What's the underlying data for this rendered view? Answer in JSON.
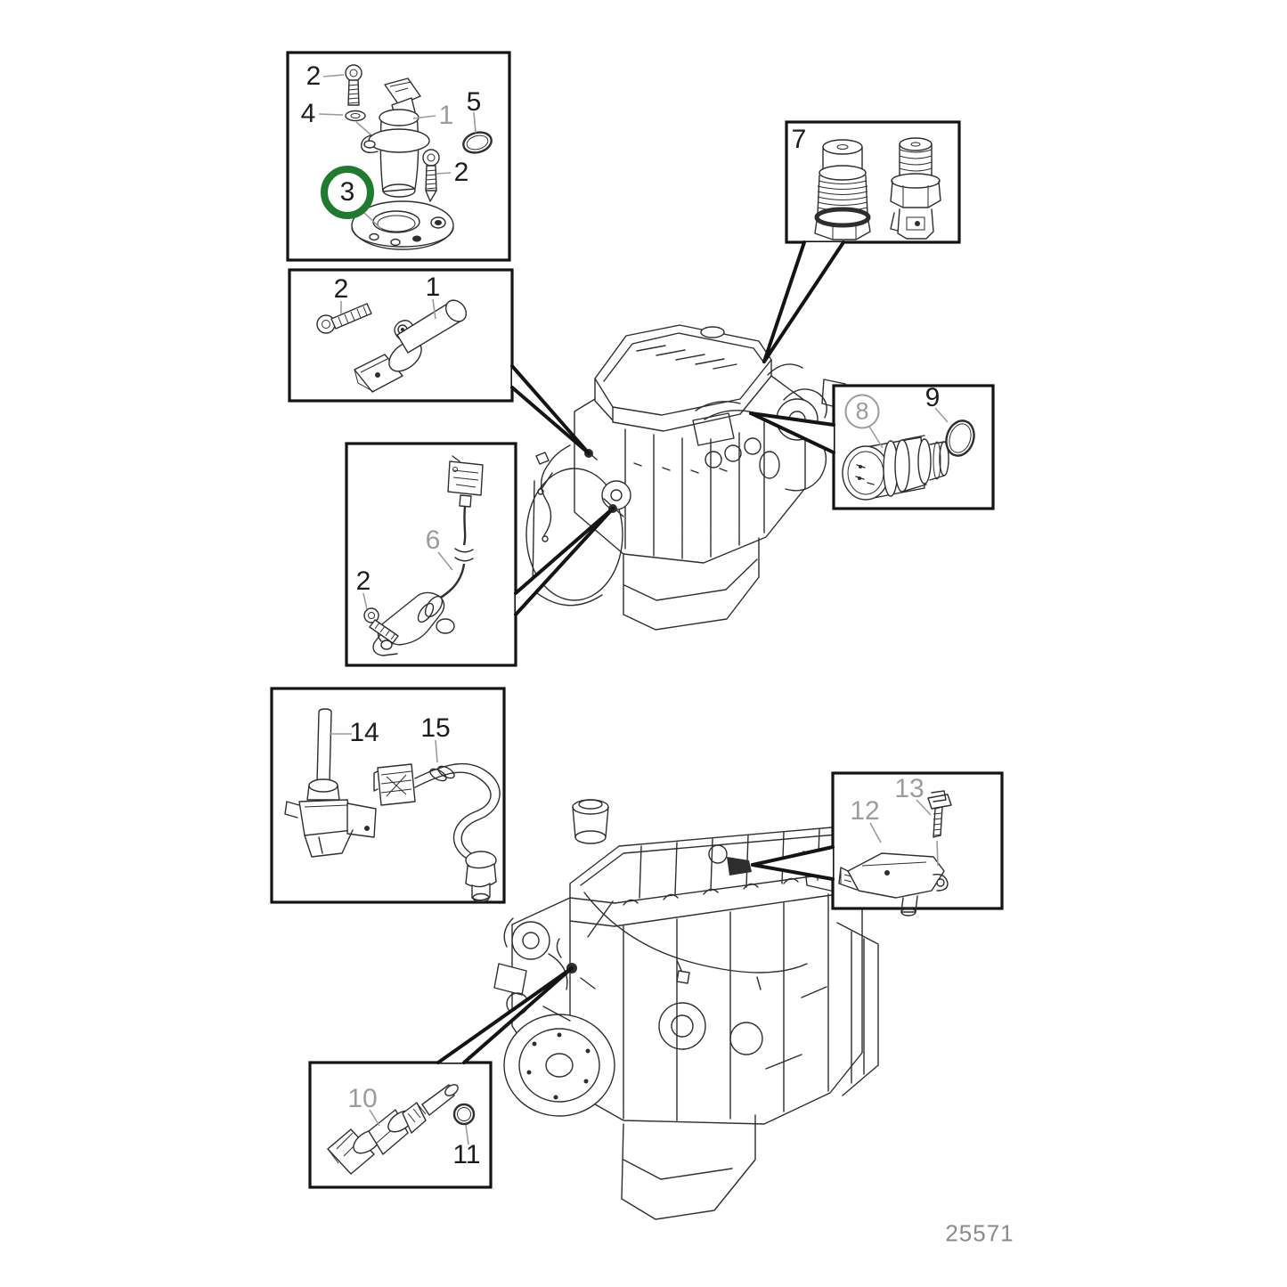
{
  "figure": {
    "number": "25571"
  },
  "colors": {
    "line": "#2e2e2e",
    "box": "#141414",
    "leader": "#141414",
    "label": "#1c1c1c",
    "muted": "#9c9c9c",
    "green": "#1e7b30"
  },
  "labels": [
    {
      "ref": "box-a-screw-top",
      "text": "2"
    },
    {
      "ref": "box-a-washer",
      "text": "4"
    },
    {
      "ref": "box-a-sensor",
      "text": "1",
      "muted": true
    },
    {
      "ref": "box-a-oring",
      "text": "5"
    },
    {
      "ref": "box-a-screw-right",
      "text": "2"
    },
    {
      "ref": "box-a-flange-highlighted",
      "text": "3",
      "highlight": "green-circle"
    },
    {
      "ref": "box-b-screw",
      "text": "2"
    },
    {
      "ref": "box-b-sensor",
      "text": "1"
    },
    {
      "ref": "box-c-sensor",
      "text": "6",
      "muted": true
    },
    {
      "ref": "box-c-screw",
      "text": "2"
    },
    {
      "ref": "box-d-plugs",
      "text": "7"
    },
    {
      "ref": "box-e-sensor",
      "text": "8",
      "muted": true,
      "highlight": "gray-circle"
    },
    {
      "ref": "box-e-oring",
      "text": "9"
    },
    {
      "ref": "box-f-level-sensor",
      "text": "14"
    },
    {
      "ref": "box-f-cable-sensor",
      "text": "15"
    },
    {
      "ref": "box-g-sensor",
      "text": "12",
      "muted": true
    },
    {
      "ref": "box-g-bolt",
      "text": "13",
      "muted": true
    },
    {
      "ref": "box-h-temp-sensor",
      "text": "10",
      "muted": true
    },
    {
      "ref": "box-h-oring",
      "text": "11"
    }
  ]
}
